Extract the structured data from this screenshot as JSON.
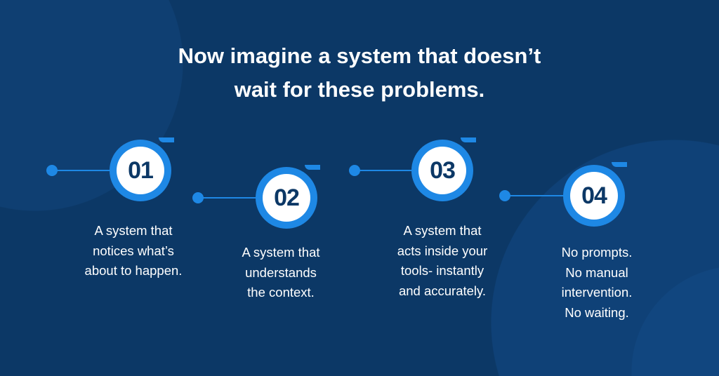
{
  "title": {
    "line1": "Now imagine a system that doesn’t",
    "line2": "wait for these problems."
  },
  "steps": [
    {
      "number": "01",
      "lines": [
        "A system that",
        "notices what’s",
        "about to happen."
      ]
    },
    {
      "number": "02",
      "lines": [
        "A system that",
        "understands",
        "the context."
      ]
    },
    {
      "number": "03",
      "lines": [
        "A system that",
        "acts inside your",
        "tools- instantly",
        "and accurately."
      ]
    },
    {
      "number": "04",
      "lines": [
        "No prompts.",
        "No manual",
        "intervention.",
        "No waiting."
      ]
    }
  ],
  "colors": {
    "background": "#0c3866",
    "accent": "#1e88e5",
    "text": "#ffffff"
  }
}
